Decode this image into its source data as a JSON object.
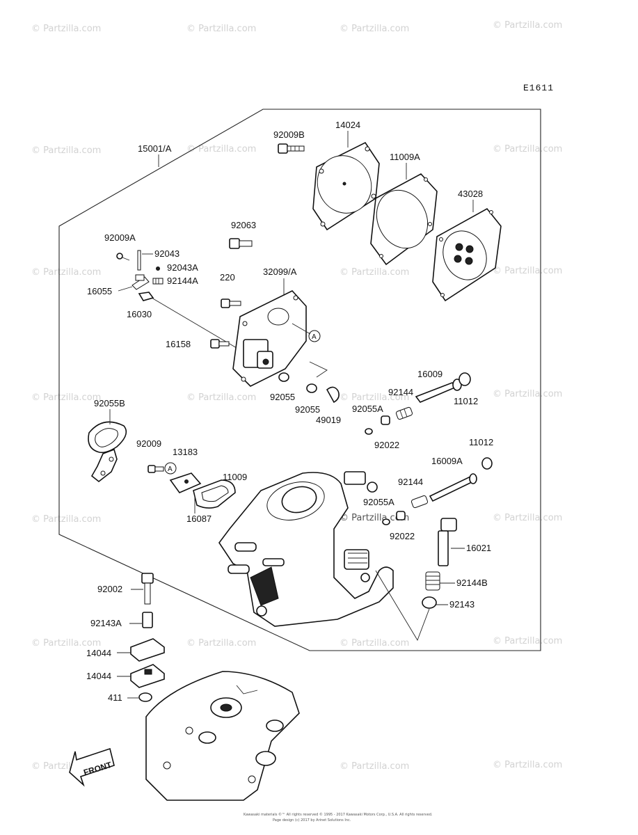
{
  "diagram": {
    "code": "E1611",
    "front_label": "FRONT",
    "callout_letter": "A",
    "watermark": "© Partzilla.com",
    "copyright_line1": "Kawasaki materials ©™ All rights reserved © 1995 - 2017 Kawasaki Motors Corp., U.S.A. All rights reserved.",
    "copyright_line2": "Page design (c) 2017 by Arinet Solutions Inc.",
    "part_labels": {
      "p15001A": "15001/A",
      "p92009B": "92009B",
      "p14024": "14024",
      "p11009A": "11009A",
      "p43028": "43028",
      "p92063": "92063",
      "p92009A": "92009A",
      "p92043": "92043",
      "p92043A": "92043A",
      "p92144A": "92144A",
      "p16055": "16055",
      "p16030": "16030",
      "p220": "220",
      "p32099A": "32099/A",
      "p16158": "16158",
      "p92055B": "92055B",
      "p92055_1": "92055",
      "p92055_2": "92055",
      "p49019": "49019",
      "p16009": "16009",
      "p92144_1": "92144",
      "p11012_1": "11012",
      "p92055A_1": "92055A",
      "p92022_1": "92022",
      "p92009": "92009",
      "p13183": "13183",
      "p11009": "11009",
      "p16087": "16087",
      "p11012_2": "11012",
      "p16009A": "16009A",
      "p92144_2": "92144",
      "p92055A_2": "92055A",
      "p92022_2": "92022",
      "p16021": "16021",
      "p92144B": "92144B",
      "p92143": "92143",
      "p92002": "92002",
      "p92143A": "92143A",
      "p14044_1": "14044",
      "p14044_2": "14044",
      "p411": "411"
    }
  }
}
